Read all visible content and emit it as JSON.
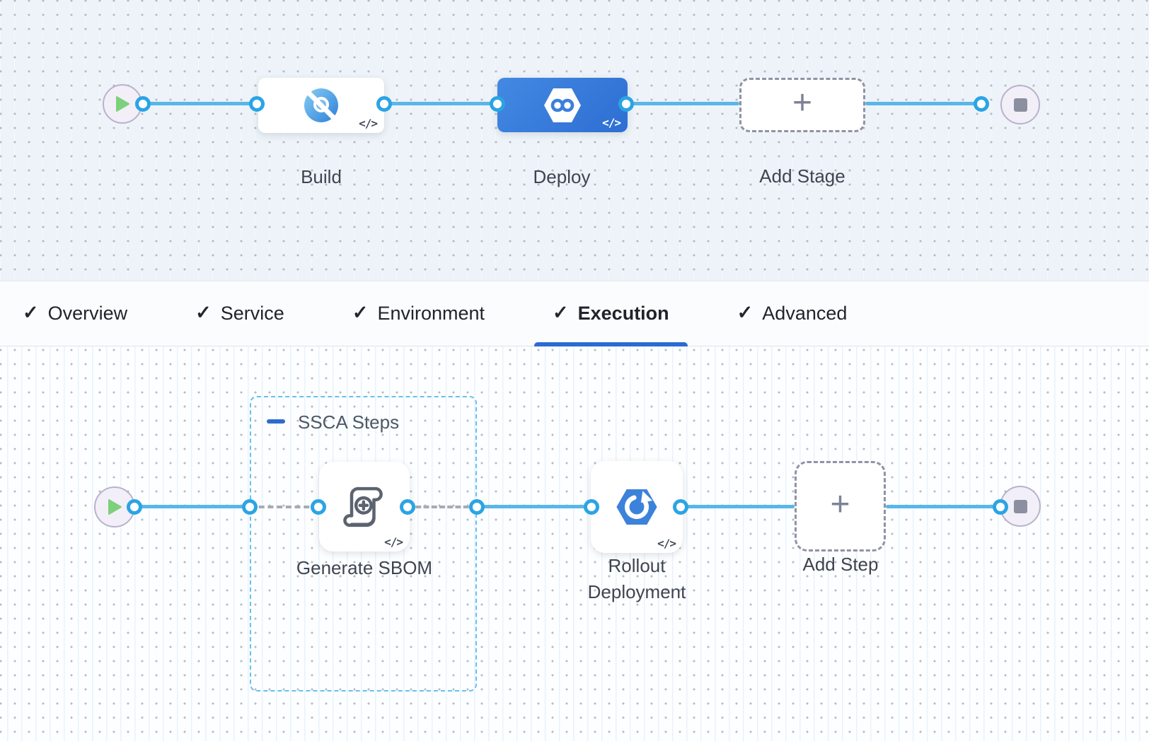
{
  "icons": {
    "check": "✓",
    "code": "</>",
    "plus": "+"
  },
  "colors": {
    "connector_blue": "#57b7ea",
    "port_ring": "#2ba4e4",
    "selected_stage_gradient": [
      "#4389e2",
      "#2d6ed3"
    ],
    "tab_underline": "#2a6bd4",
    "group_border": "#63c2ef",
    "dashed_connector": "#a6aab5",
    "add_box_border": "#8f93a6",
    "play_green": "#7ed07a",
    "stop_gray": "#8b8fa0"
  },
  "stage_pipeline": {
    "stages": [
      {
        "label": "Build",
        "selected": false
      },
      {
        "label": "Deploy",
        "selected": true
      }
    ],
    "add_label": "Add Stage"
  },
  "tabs": {
    "items": [
      {
        "label": "Overview",
        "checked": true,
        "active": false
      },
      {
        "label": "Service",
        "checked": true,
        "active": false
      },
      {
        "label": "Environment",
        "checked": true,
        "active": false
      },
      {
        "label": "Execution",
        "checked": true,
        "active": true
      },
      {
        "label": "Advanced",
        "checked": true,
        "active": false
      }
    ]
  },
  "execution_graph": {
    "group_label": "SSCA Steps",
    "steps": [
      {
        "label": "Generate SBOM"
      },
      {
        "label": "Rollout Deployment"
      }
    ],
    "add_label": "Add Step"
  }
}
